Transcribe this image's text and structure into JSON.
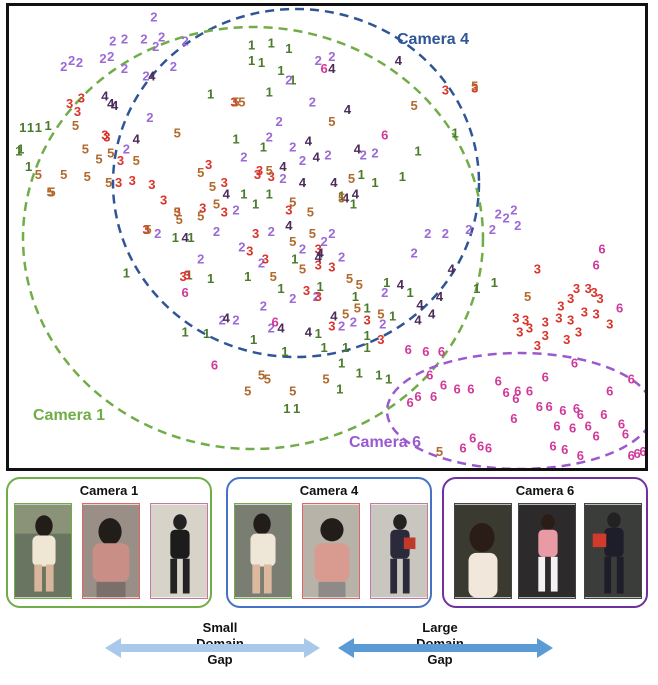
{
  "chart_data": {
    "type": "scatter",
    "title": "",
    "xlabel": "",
    "ylabel": "",
    "legend": "none",
    "grid": false,
    "series": [
      {
        "name": "1",
        "color": "#4a7a2a",
        "points": [
          [
            40,
            126
          ],
          [
            30,
            128
          ],
          [
            22,
            128
          ],
          [
            12,
            150
          ],
          [
            20,
            168
          ],
          [
            248,
            44
          ],
          [
            268,
            42
          ],
          [
            286,
            48
          ],
          [
            248,
            60
          ],
          [
            278,
            70
          ],
          [
            290,
            80
          ],
          [
            266,
            92
          ],
          [
            206,
            94
          ],
          [
            232,
            140
          ],
          [
            260,
            148
          ],
          [
            360,
            176
          ],
          [
            374,
            184
          ],
          [
            402,
            178
          ],
          [
            418,
            152
          ],
          [
            240,
            196
          ],
          [
            252,
            206
          ],
          [
            186,
            240
          ],
          [
            170,
            240
          ],
          [
            184,
            278
          ],
          [
            120,
            276
          ],
          [
            206,
            282
          ],
          [
            244,
            280
          ],
          [
            278,
            292
          ],
          [
            292,
            262
          ],
          [
            318,
            290
          ],
          [
            354,
            300
          ],
          [
            316,
            338
          ],
          [
            322,
            352
          ],
          [
            344,
            352
          ],
          [
            366,
            352
          ],
          [
            340,
            368
          ],
          [
            282,
            356
          ],
          [
            250,
            344
          ],
          [
            180,
            336
          ],
          [
            202,
            338
          ],
          [
            284,
            414
          ],
          [
            294,
            414
          ],
          [
            338,
            394
          ],
          [
            358,
            378
          ],
          [
            378,
            380
          ],
          [
            388,
            384
          ],
          [
            366,
            312
          ],
          [
            392,
            320
          ],
          [
            386,
            286
          ],
          [
            410,
            296
          ],
          [
            456,
            134
          ],
          [
            478,
            292
          ],
          [
            496,
            286
          ],
          [
            352,
            206
          ],
          [
            340,
            198
          ],
          [
            266,
            196
          ],
          [
            366,
            340
          ],
          [
            258,
            62
          ],
          [
            10,
            152
          ],
          [
            14,
            128
          ]
        ]
      },
      {
        "name": "2",
        "color": "#9b6ad6",
        "points": [
          [
            148,
            16
          ],
          [
            106,
            40
          ],
          [
            118,
            38
          ],
          [
            138,
            38
          ],
          [
            156,
            36
          ],
          [
            180,
            40
          ],
          [
            56,
            66
          ],
          [
            72,
            62
          ],
          [
            96,
            58
          ],
          [
            118,
            68
          ],
          [
            168,
            66
          ],
          [
            140,
            76
          ],
          [
            316,
            60
          ],
          [
            330,
            56
          ],
          [
            310,
            102
          ],
          [
            266,
            138
          ],
          [
            290,
            148
          ],
          [
            300,
            162
          ],
          [
            362,
            156
          ],
          [
            374,
            154
          ],
          [
            144,
            118
          ],
          [
            120,
            150
          ],
          [
            276,
            122
          ],
          [
            240,
            158
          ],
          [
            280,
            180
          ],
          [
            326,
            156
          ],
          [
            340,
            260
          ],
          [
            322,
            244
          ],
          [
            300,
            252
          ],
          [
            330,
            236
          ],
          [
            238,
            250
          ],
          [
            196,
            262
          ],
          [
            258,
            266
          ],
          [
            268,
            234
          ],
          [
            232,
            212
          ],
          [
            212,
            234
          ],
          [
            152,
            236
          ],
          [
            260,
            310
          ],
          [
            290,
            302
          ],
          [
            314,
            300
          ],
          [
            268,
            332
          ],
          [
            232,
            324
          ],
          [
            218,
            324
          ],
          [
            340,
            330
          ],
          [
            352,
            326
          ],
          [
            382,
            328
          ],
          [
            384,
            296
          ],
          [
            414,
            256
          ],
          [
            428,
            236
          ],
          [
            446,
            236
          ],
          [
            470,
            232
          ],
          [
            494,
            232
          ],
          [
            500,
            216
          ],
          [
            508,
            220
          ],
          [
            516,
            212
          ],
          [
            520,
            228
          ],
          [
            104,
            56
          ],
          [
            64,
            60
          ],
          [
            286,
            80
          ],
          [
            150,
            46
          ]
        ]
      },
      {
        "name": "3",
        "color": "#d9342b",
        "points": [
          [
            62,
            104
          ],
          [
            74,
            98
          ],
          [
            70,
            112
          ],
          [
            98,
            136
          ],
          [
            114,
            162
          ],
          [
            126,
            182
          ],
          [
            146,
            186
          ],
          [
            112,
            184
          ],
          [
            158,
            202
          ],
          [
            172,
            214
          ],
          [
            204,
            166
          ],
          [
            220,
            184
          ],
          [
            220,
            214
          ],
          [
            198,
            210
          ],
          [
            140,
            232
          ],
          [
            256,
            172
          ],
          [
            268,
            178
          ],
          [
            252,
            236
          ],
          [
            262,
            262
          ],
          [
            246,
            254
          ],
          [
            316,
            252
          ],
          [
            330,
            270
          ],
          [
            304,
            294
          ],
          [
            366,
            324
          ],
          [
            380,
            344
          ],
          [
            330,
            330
          ],
          [
            316,
            300
          ],
          [
            178,
            280
          ],
          [
            446,
            90
          ],
          [
            476,
            88
          ],
          [
            540,
            272
          ],
          [
            518,
            322
          ],
          [
            528,
            324
          ],
          [
            532,
            332
          ],
          [
            548,
            326
          ],
          [
            562,
            322
          ],
          [
            574,
            302
          ],
          [
            574,
            324
          ],
          [
            598,
            296
          ],
          [
            604,
            302
          ],
          [
            614,
            328
          ],
          [
            582,
            336
          ],
          [
            570,
            344
          ],
          [
            548,
            340
          ],
          [
            540,
            350
          ],
          [
            522,
            336
          ],
          [
            564,
            310
          ],
          [
            588,
            316
          ],
          [
            600,
            318
          ],
          [
            592,
            292
          ],
          [
            580,
            292
          ],
          [
            100,
            138
          ],
          [
            230,
            102
          ],
          [
            286,
            212
          ],
          [
            316,
            268
          ],
          [
            254,
            176
          ],
          [
            182,
            278
          ]
        ]
      },
      {
        "name": "4",
        "color": "#4b2c5a",
        "points": [
          [
            146,
            76
          ],
          [
            98,
            96
          ],
          [
            104,
            104
          ],
          [
            108,
            106
          ],
          [
            130,
            140
          ],
          [
            398,
            60
          ],
          [
            330,
            68
          ],
          [
            346,
            110
          ],
          [
            306,
            142
          ],
          [
            314,
            158
          ],
          [
            356,
            150
          ],
          [
            280,
            168
          ],
          [
            300,
            184
          ],
          [
            222,
            196
          ],
          [
            180,
            240
          ],
          [
            286,
            228
          ],
          [
            316,
            260
          ],
          [
            318,
            256
          ],
          [
            222,
            322
          ],
          [
            278,
            332
          ],
          [
            306,
            336
          ],
          [
            332,
            320
          ],
          [
            420,
            308
          ],
          [
            432,
            318
          ],
          [
            418,
            324
          ],
          [
            440,
            300
          ],
          [
            400,
            288
          ],
          [
            452,
            272
          ],
          [
            354,
            196
          ],
          [
            344,
            200
          ],
          [
            332,
            184
          ]
        ]
      },
      {
        "name": "5",
        "color": "#b26a2c",
        "points": [
          [
            68,
            126
          ],
          [
            78,
            150
          ],
          [
            92,
            160
          ],
          [
            104,
            154
          ],
          [
            130,
            162
          ],
          [
            172,
            134
          ],
          [
            102,
            184
          ],
          [
            80,
            178
          ],
          [
            56,
            176
          ],
          [
            42,
            194
          ],
          [
            44,
            194
          ],
          [
            30,
            176
          ],
          [
            196,
            174
          ],
          [
            208,
            188
          ],
          [
            172,
            214
          ],
          [
            142,
            232
          ],
          [
            174,
            222
          ],
          [
            196,
            218
          ],
          [
            212,
            206
          ],
          [
            232,
            102
          ],
          [
            238,
            102
          ],
          [
            330,
            122
          ],
          [
            414,
            106
          ],
          [
            476,
            86
          ],
          [
            310,
            236
          ],
          [
            290,
            244
          ],
          [
            270,
            280
          ],
          [
            300,
            272
          ],
          [
            348,
            282
          ],
          [
            358,
            288
          ],
          [
            356,
            312
          ],
          [
            344,
            318
          ],
          [
            380,
            318
          ],
          [
            530,
            300
          ],
          [
            324,
            384
          ],
          [
            264,
            384
          ],
          [
            244,
            396
          ],
          [
            258,
            380
          ],
          [
            290,
            396
          ],
          [
            440,
            458
          ],
          [
            290,
            204
          ],
          [
            308,
            214
          ],
          [
            350,
            180
          ],
          [
            266,
            172
          ],
          [
            340,
            200
          ]
        ]
      },
      {
        "name": "6",
        "color": "#d0389a",
        "points": [
          [
            322,
            68
          ],
          [
            384,
            136
          ],
          [
            180,
            296
          ],
          [
            210,
            370
          ],
          [
            272,
            326
          ],
          [
            408,
            354
          ],
          [
            426,
            356
          ],
          [
            442,
            356
          ],
          [
            430,
            380
          ],
          [
            444,
            390
          ],
          [
            458,
            394
          ],
          [
            472,
            394
          ],
          [
            418,
            402
          ],
          [
            434,
            402
          ],
          [
            410,
            408
          ],
          [
            500,
            386
          ],
          [
            508,
            398
          ],
          [
            518,
            404
          ],
          [
            520,
            396
          ],
          [
            532,
            396
          ],
          [
            548,
            382
          ],
          [
            542,
            412
          ],
          [
            578,
            368
          ],
          [
            580,
            414
          ],
          [
            614,
            396
          ],
          [
            566,
            416
          ],
          [
            560,
            432
          ],
          [
            576,
            434
          ],
          [
            592,
            432
          ],
          [
            608,
            420
          ],
          [
            626,
            430
          ],
          [
            636,
            384
          ],
          [
            556,
            452
          ],
          [
            568,
            456
          ],
          [
            584,
            462
          ],
          [
            474,
            444
          ],
          [
            482,
            452
          ],
          [
            464,
            454
          ],
          [
            490,
            454
          ],
          [
            516,
            424
          ],
          [
            552,
            412
          ],
          [
            606,
            252
          ],
          [
            636,
            462
          ],
          [
            642,
            460
          ],
          [
            648,
            458
          ],
          [
            584,
            420
          ],
          [
            600,
            442
          ],
          [
            630,
            440
          ],
          [
            600,
            268
          ],
          [
            624,
            312
          ]
        ]
      }
    ],
    "annotations": [
      {
        "label": "Camera 4",
        "shape": "dashed-ellipse",
        "color": "#2f5597"
      },
      {
        "label": "Camera 1",
        "shape": "dashed-ellipse",
        "color": "#70ad47"
      },
      {
        "label": "Camera 6",
        "shape": "dashed-ellipse",
        "color": "#9b59d0"
      }
    ]
  },
  "panels": [
    {
      "title": "Camera 1",
      "border": "#70ad47"
    },
    {
      "title": "Camera 4",
      "border": "#4472c4"
    },
    {
      "title": "Camera 6",
      "border": "#7030a0"
    }
  ],
  "gaps": {
    "small": {
      "line1": "Small",
      "line2": "Domain",
      "line3": "Gap",
      "color": "#a9c9ea"
    },
    "large": {
      "line1": "Large",
      "line2": "Domain",
      "line3": "Gap",
      "color": "#5b9bd5"
    }
  }
}
